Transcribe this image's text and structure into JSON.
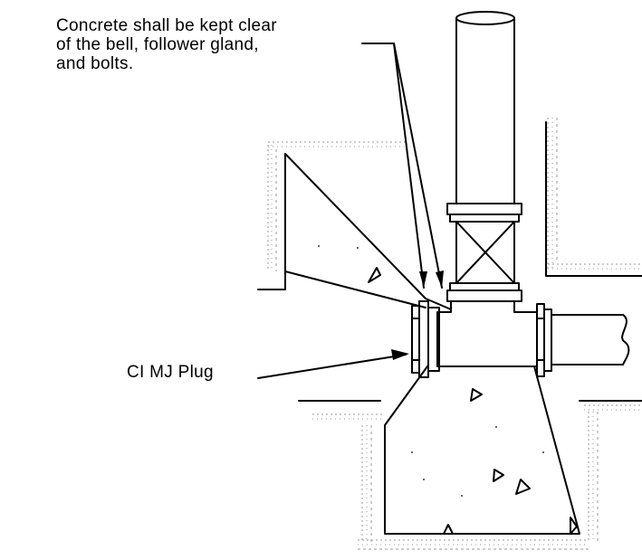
{
  "notes": {
    "concrete_line1": "Concrete shall be kept clear",
    "concrete_line2": "of the bell, follower gland,",
    "concrete_line3": "and bolts.",
    "plug": "CI MJ Plug"
  },
  "colors": {
    "ink": "#000000",
    "background": "#ffffff",
    "soil_hatch": "#9a9a9a"
  }
}
